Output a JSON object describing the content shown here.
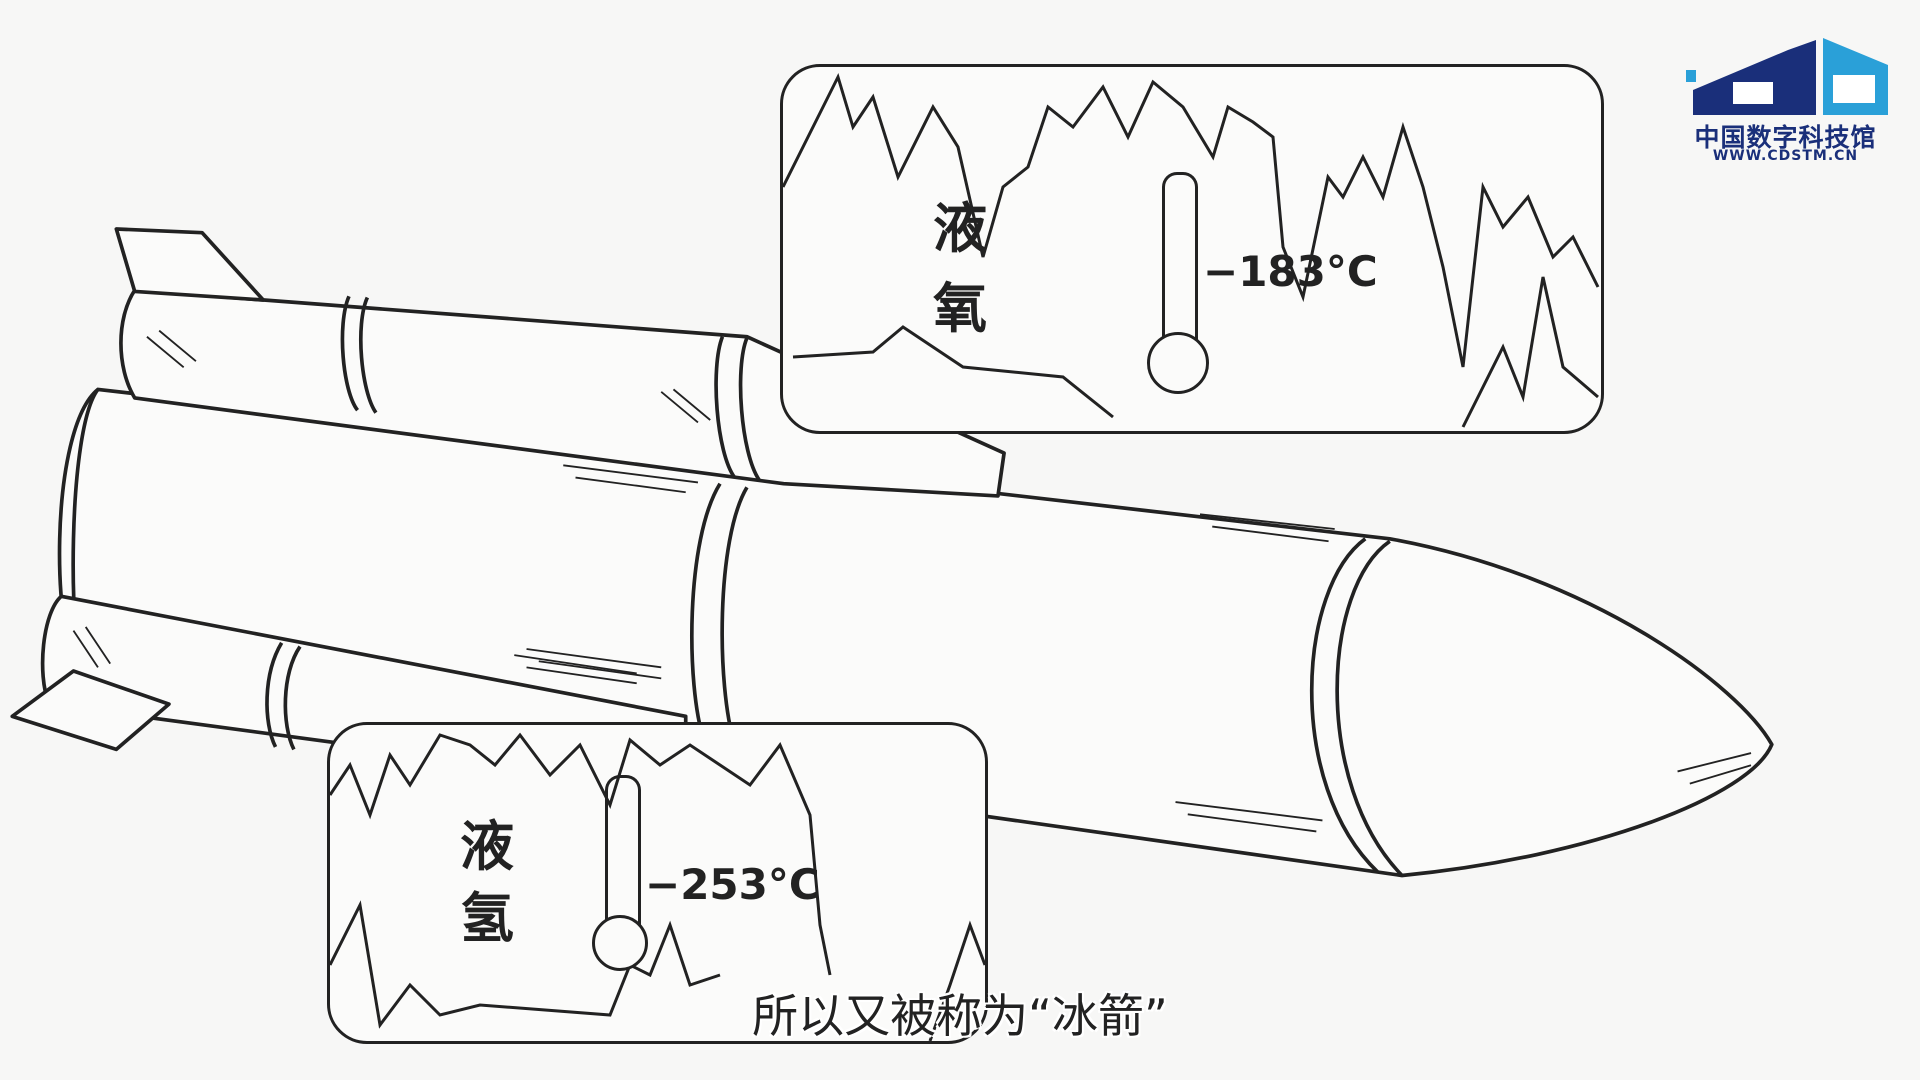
{
  "logo": {
    "name": "中国数字科技馆",
    "url": "WWW.CDSTM.CN",
    "mark": "cd",
    "colors": {
      "dark": "#1a2f7a",
      "light": "#2aa0d8"
    }
  },
  "inset_oxygen": {
    "line1": "液",
    "line2": "氧",
    "temperature": "−183°C"
  },
  "inset_hydrogen": {
    "line1": "液",
    "line2": "氢",
    "temperature": "−253°C"
  },
  "subtitle": "所以又被称为“冰箭”"
}
